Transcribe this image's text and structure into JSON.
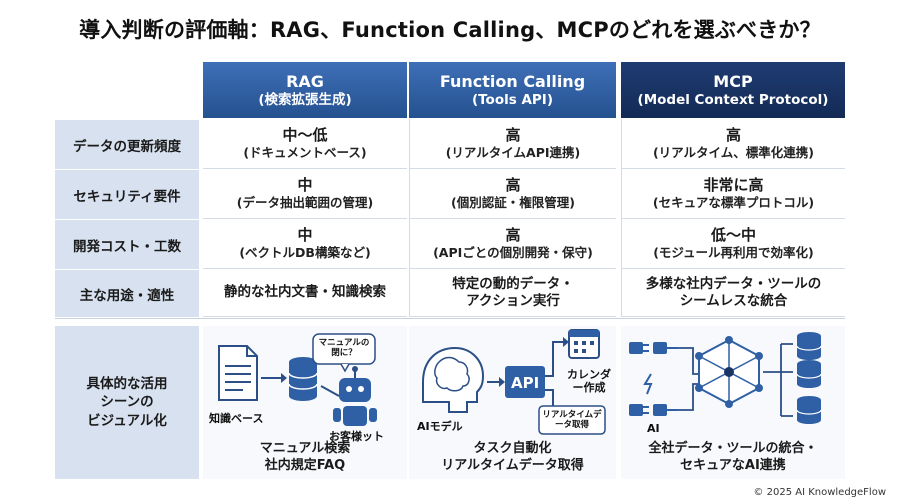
{
  "title": "導入判断の評価軸：RAG、Function Calling、MCPのどれを選ぶべきか？",
  "columns": [
    {
      "name": "RAG",
      "sub": "(検索拡張生成)"
    },
    {
      "name": "Function Calling",
      "sub": "(Tools API)"
    },
    {
      "name": "MCP",
      "sub": "(Model Context Protocol)"
    }
  ],
  "rows": [
    {
      "label": "データの更新頻度",
      "cells": [
        {
          "main": "中〜低",
          "sub": "(ドキュメントベース)"
        },
        {
          "main": "高",
          "sub": "(リアルタイムAPI連携)"
        },
        {
          "main": "高",
          "sub": "(リアルタイム、標準化連携)"
        }
      ]
    },
    {
      "label": "セキュリティ要件",
      "cells": [
        {
          "main": "中",
          "sub": "(データ抽出範囲の管理)"
        },
        {
          "main": "高",
          "sub": "(個別認証・権限管理)"
        },
        {
          "main": "非常に高",
          "sub": "(セキュアな標準プロトコル)"
        }
      ]
    },
    {
      "label": "開発コスト・工数",
      "cells": [
        {
          "main": "中",
          "sub": "(ベクトルDB構築など)"
        },
        {
          "main": "高",
          "sub": "(APIごとの個別開発・保守)"
        },
        {
          "main": "低〜中",
          "sub": "(モジュール再利用で効率化)"
        }
      ]
    },
    {
      "label": "主な用途・適性",
      "cells": [
        {
          "main": "静的な社内文書・知識検索",
          "sub": ""
        },
        {
          "main": "特定の動的データ・",
          "sub": "アクション実行"
        },
        {
          "main": "多様な社内データ・ツールの",
          "sub": "シームレスな統合"
        }
      ]
    }
  ],
  "scene": {
    "label_lines": [
      "具体的な活用",
      "シーンの",
      "ビジュアル化"
    ],
    "rag": {
      "doc_label": "知識ベース",
      "bubble": "マニュアルの閉に？",
      "customer": "お客様ット",
      "caption1": "マニュアル検索",
      "caption2": "社内規定FAQ"
    },
    "fc": {
      "ai_label": "AIモデル",
      "api": "API",
      "calendar": "カレンダー作成",
      "realtime": "リアルタイムデータ取得",
      "caption1": "タスク自動化",
      "caption2": "リアルタイムデータ取得"
    },
    "mcp": {
      "ai_label": "AI",
      "caption1": "全社データ・ツールの統合・",
      "caption2": "セキュアなAI連携"
    }
  },
  "copyright": "© 2025 AI KnowledgeFlow",
  "colors": {
    "header": "#2f5fa5",
    "header_dark": "#1a3463",
    "label_bg": "#d7e1ef",
    "icon": "#2b4f86"
  }
}
